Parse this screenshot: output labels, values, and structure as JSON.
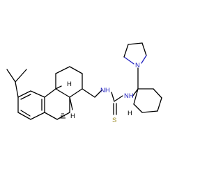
{
  "labels": {
    "me1": "H",
    "me2": "H",
    "nh1": "NH",
    "nh2": "NH",
    "s": "S",
    "n": "N",
    "h_abs": "H"
  },
  "colors": {
    "nitrogen": "#1f1fbf",
    "sulfur": "#9a8a20",
    "bond": "#000000"
  }
}
